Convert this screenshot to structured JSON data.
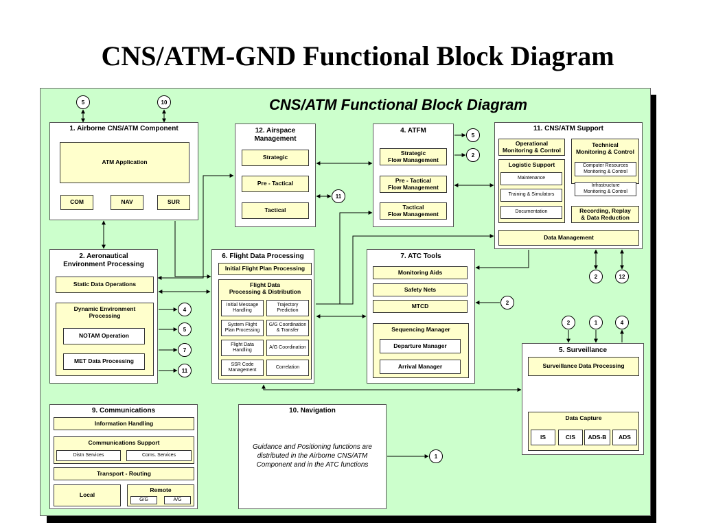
{
  "slide_title": "CNS/ATM-GND Functional Block Diagram",
  "diagram_title": "CNS/ATM Functional Block Diagram",
  "airborne": {
    "title": "1. Airborne CNS/ATM Component",
    "app": "ATM Application",
    "com": "COM",
    "nav": "NAV",
    "sur": "SUR"
  },
  "aeronautical": {
    "title": "2. Aeronautical\nEnvironment Processing",
    "static": "Static Data Operations",
    "dynamic": "Dynamic Environment\nProcessing",
    "notam": "NOTAM Operation",
    "met": "MET Data Processing"
  },
  "airspace": {
    "title": "12. Airspace\nManagement",
    "strategic": "Strategic",
    "pretactical": "Pre -  Tactical",
    "tactical": "Tactical"
  },
  "atfm": {
    "title": "4. ATFM",
    "strategic": "Strategic\nFlow Management",
    "pretactical": "Pre -  Tactical\nFlow Management",
    "tactical": "Tactical\nFlow Management"
  },
  "support": {
    "title": "11. CNS/ATM Support",
    "operational": "Operational\nMonitoring & Control",
    "technical": "Technical\nMonitoring & Control",
    "logistic": "Logistic Support",
    "maintenance": "Maintenance",
    "training": "Training & Simulators",
    "documentation": "Documentation",
    "computer": "Computer Resources\nMonitoring & Control",
    "infrastructure": "Infrastructure\nMonitoring & Control",
    "recording": "Recording, Replay\n& Data Reduction",
    "data_mgmt": "Data Management"
  },
  "fdp": {
    "title": "6. Flight Data Processing",
    "initial": "Initial Flight Plan Processing",
    "dist": "Flight Data\nProcessing & Distribution",
    "imh": "Initial Message\nHandling",
    "traj": "Trajectory\nPrediction",
    "sfp": "System Flight\nPlan Processing",
    "gg": "G/G Coordination\n& Transfer",
    "fdh": "Flight Data\nHandling",
    "ag": "A/G Coordination",
    "ssr": "SSR Code\nManagement",
    "corr": "Correlation"
  },
  "atc": {
    "title": "7. ATC Tools",
    "monitoring": "Monitoring Aids",
    "safety": "Safety Nets",
    "mtcd": "MTCD",
    "sequencing": "Sequencing Manager",
    "departure": "Departure Manager",
    "arrival": "Arrival Manager"
  },
  "surveillance": {
    "title": "5. Surveillance",
    "sdp": "Surveillance Data Processing",
    "capture": "Data Capture",
    "is": "IS",
    "cis": "CIS",
    "adsb": "ADS-B",
    "ads": "ADS"
  },
  "comms": {
    "title": "9. Communications",
    "info": "Information Handling",
    "support": "Communications Support",
    "distn": "Distn Services",
    "coms": "Coms. Services",
    "transport": "Transport  - Routing",
    "local": "Local",
    "remote": "Remote",
    "gg": "G/G",
    "ag": "A/G"
  },
  "navigation": {
    "title": "10. Navigation",
    "desc": "Guidance and Positioning functions are\ndistributed in the Airborne CNS/ATM\nComponent and in the ATC functions"
  },
  "refs": {
    "a1_5": "5",
    "a1_10": "10",
    "atfm_5": "5",
    "atfm_2": "2",
    "as_11": "11",
    "ae_4": "4",
    "ae_5": "5",
    "ae_7": "7",
    "ae_11": "11",
    "sup_2": "2",
    "sup_12": "12",
    "atc_2": "2",
    "sur_2": "2",
    "sur_1": "1",
    "sur_4": "4",
    "nav_1": "1"
  }
}
